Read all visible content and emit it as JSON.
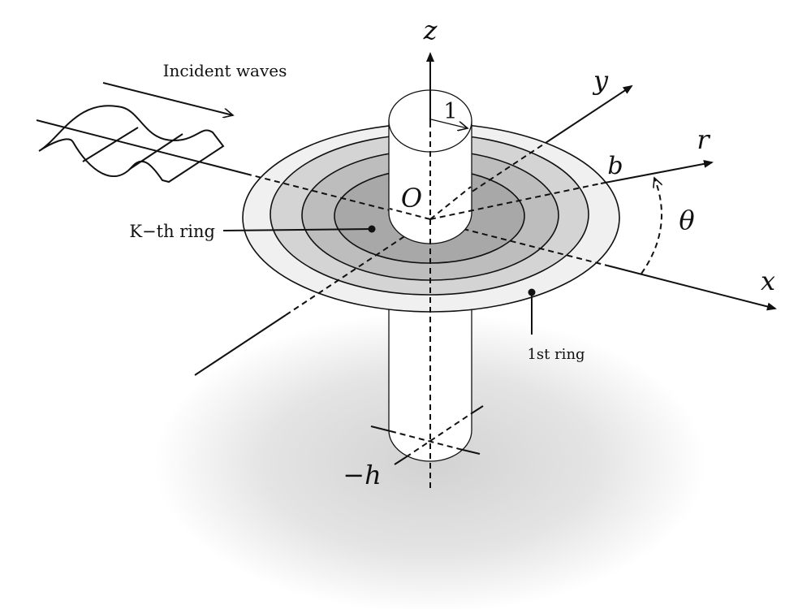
{
  "labels": {
    "z_axis": "z",
    "y_axis": "y",
    "r_axis": "r",
    "x_axis": "x",
    "radius_b": "b",
    "angle_theta": "θ",
    "origin": "O",
    "cylinder_radius": "1",
    "depth": "−h",
    "incident_waves": "Incident waves",
    "kth_ring": "K−th ring",
    "first_ring": "1st ring"
  },
  "colors": {
    "ring_outer": "#f0f0f0",
    "ring_2": "#d4d4d4",
    "ring_3": "#bdbdbd",
    "ring_inner": "#a8a8a8",
    "shadow": "#d8d8d8"
  }
}
